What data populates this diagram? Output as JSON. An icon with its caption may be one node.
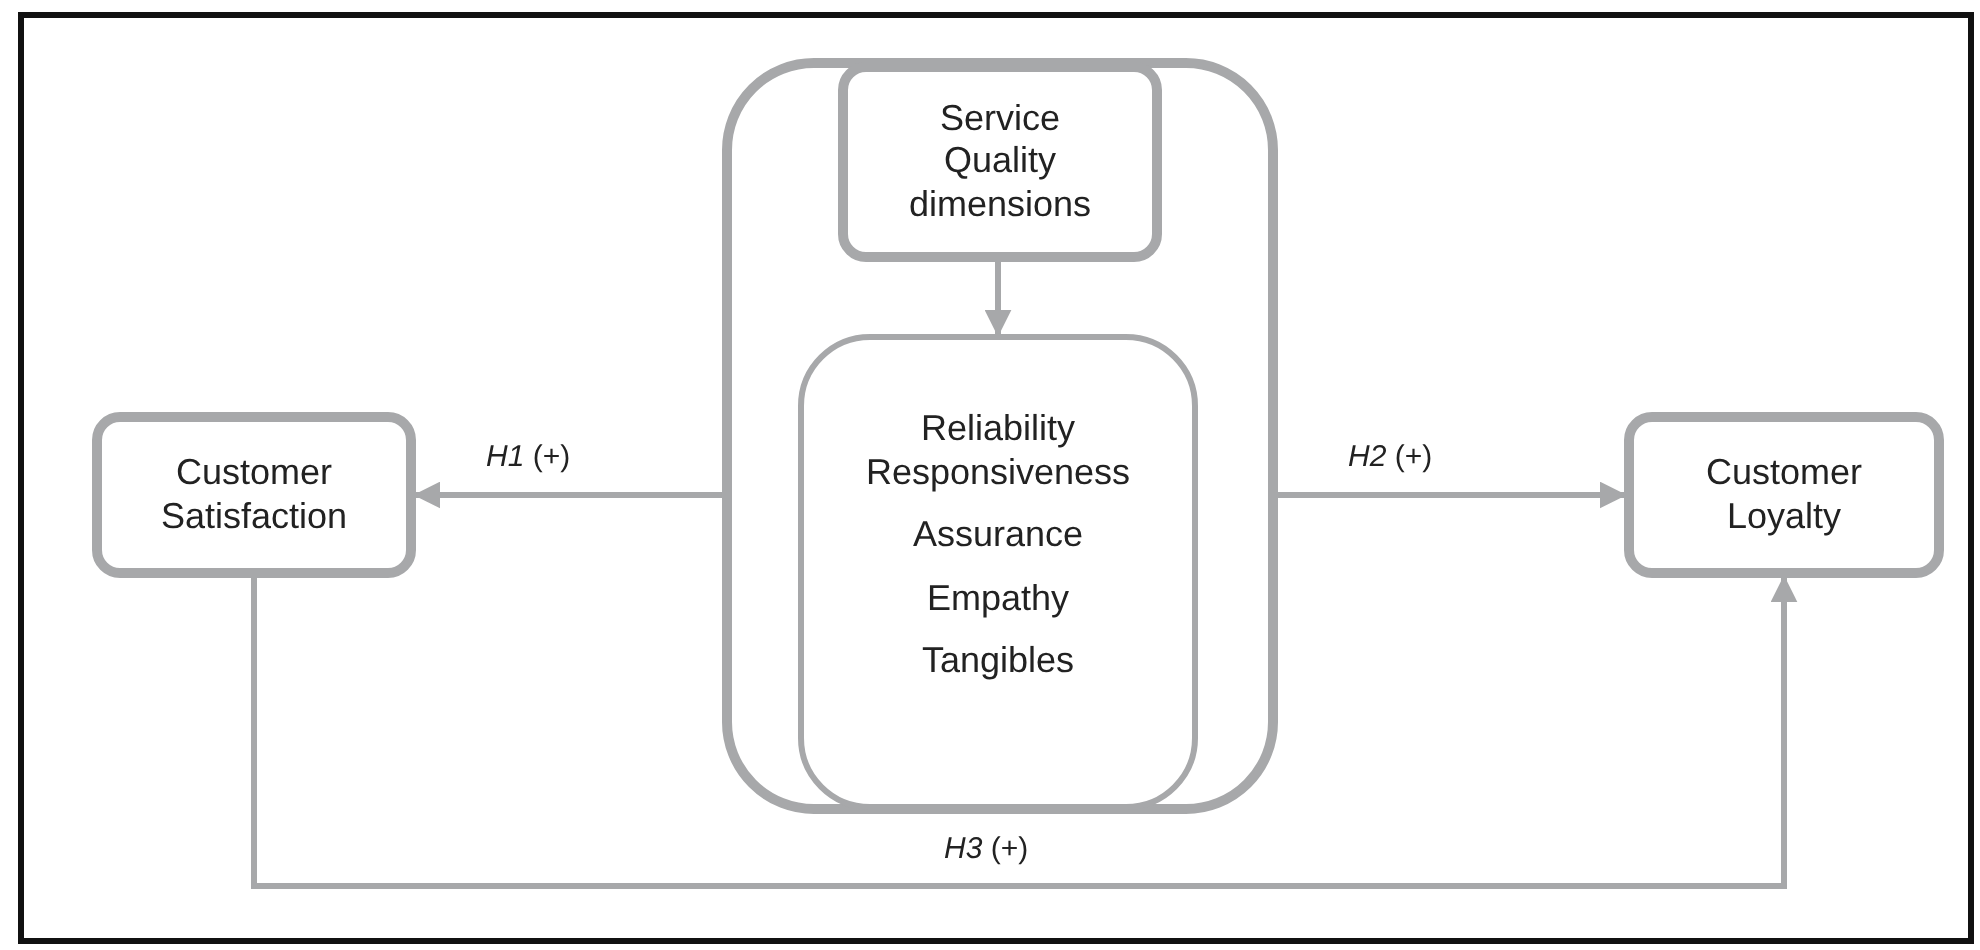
{
  "diagram": {
    "nodes": [
      {
        "text": [],
        "shape": "box"
      },
      {
        "text": [
          "Service Quality dimensions"
        ],
        "in": 0
      },
      {
        "text": [
          "Reliability",
          "Responsiveness",
          "Assurance",
          "Empathy",
          "Tangibles"
        ],
        "in": 0
      },
      {
        "text": [
          "Customer Satisfaction"
        ]
      },
      {
        "text": [
          "Customer Loyalty"
        ]
      }
    ],
    "edges": [
      {
        "from": 1,
        "to": 2,
        "arrow": "to"
      },
      {
        "from": 0,
        "to": 3,
        "label": "*H1* (+)",
        "arrow": "to"
      },
      {
        "from": 0,
        "to": 4,
        "label": "*H2* (+)",
        "arrow": "to"
      },
      {
        "from": 3,
        "to": 4,
        "label": "*H3* (+)",
        "arrow": "to"
      }
    ]
  }
}
